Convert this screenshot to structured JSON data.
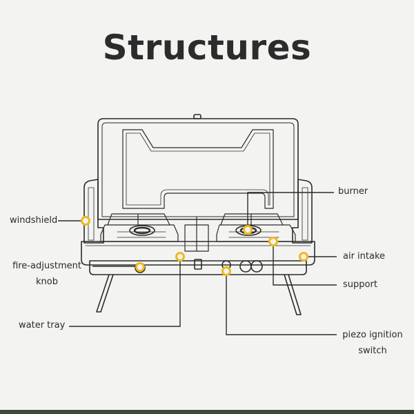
{
  "title": "Structures",
  "labels": {
    "windshield": "windshield",
    "fire_adjustment_line1": "fire-adjustment",
    "fire_adjustment_line2": "knob",
    "water_tray": "water tray",
    "burner": "burner",
    "air_intake": "air intake",
    "support": "support",
    "piezo_line1": "piezo ignition",
    "piezo_line2": "switch"
  },
  "colors": {
    "marker": "#f0b81c",
    "line": "#2a2a2a",
    "background": "#f3f3f1"
  }
}
